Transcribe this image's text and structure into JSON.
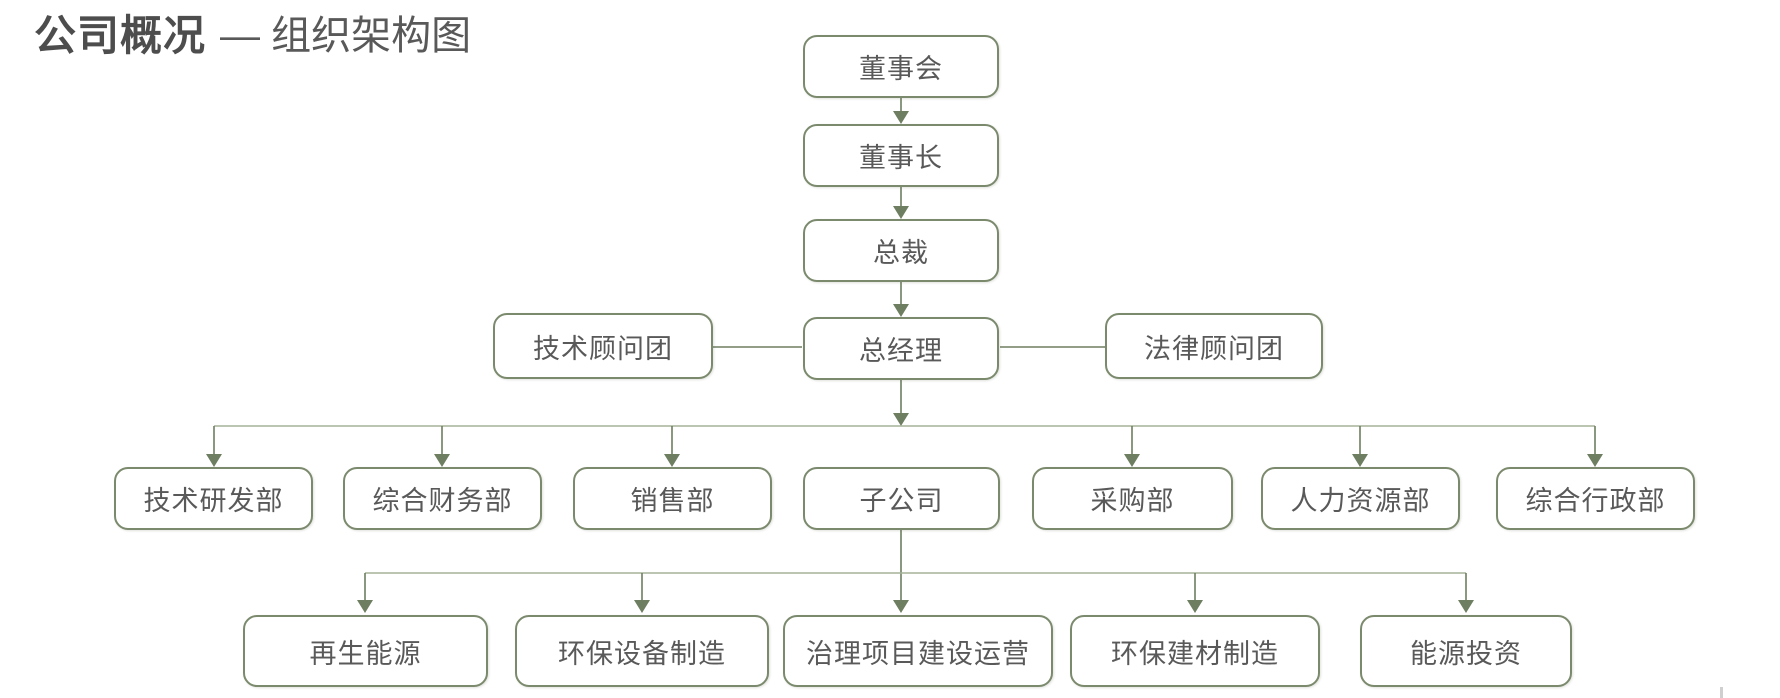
{
  "title": {
    "heading": "公司概况",
    "subtitle": "— 组织架构图"
  },
  "colors": {
    "box_border": "#7b8a6d",
    "connector": "#6e7f61",
    "branch_line": "#a6b099",
    "node_text": "#595959",
    "title_text": "#4d4d4d",
    "background": "#ffffff"
  },
  "org": {
    "chain": [
      "董事会",
      "董事长",
      "总裁",
      "总经理"
    ],
    "advisors": {
      "left": "技术顾问团",
      "right": "法律顾问团"
    },
    "departments": [
      "技术研发部",
      "综合财务部",
      "销售部",
      "子公司",
      "采购部",
      "人力资源部",
      "综合行政部"
    ],
    "subsidiaries": [
      "再生能源",
      "环保设备制造",
      "治理项目建设运营",
      "环保建材制造",
      "能源投资"
    ]
  }
}
